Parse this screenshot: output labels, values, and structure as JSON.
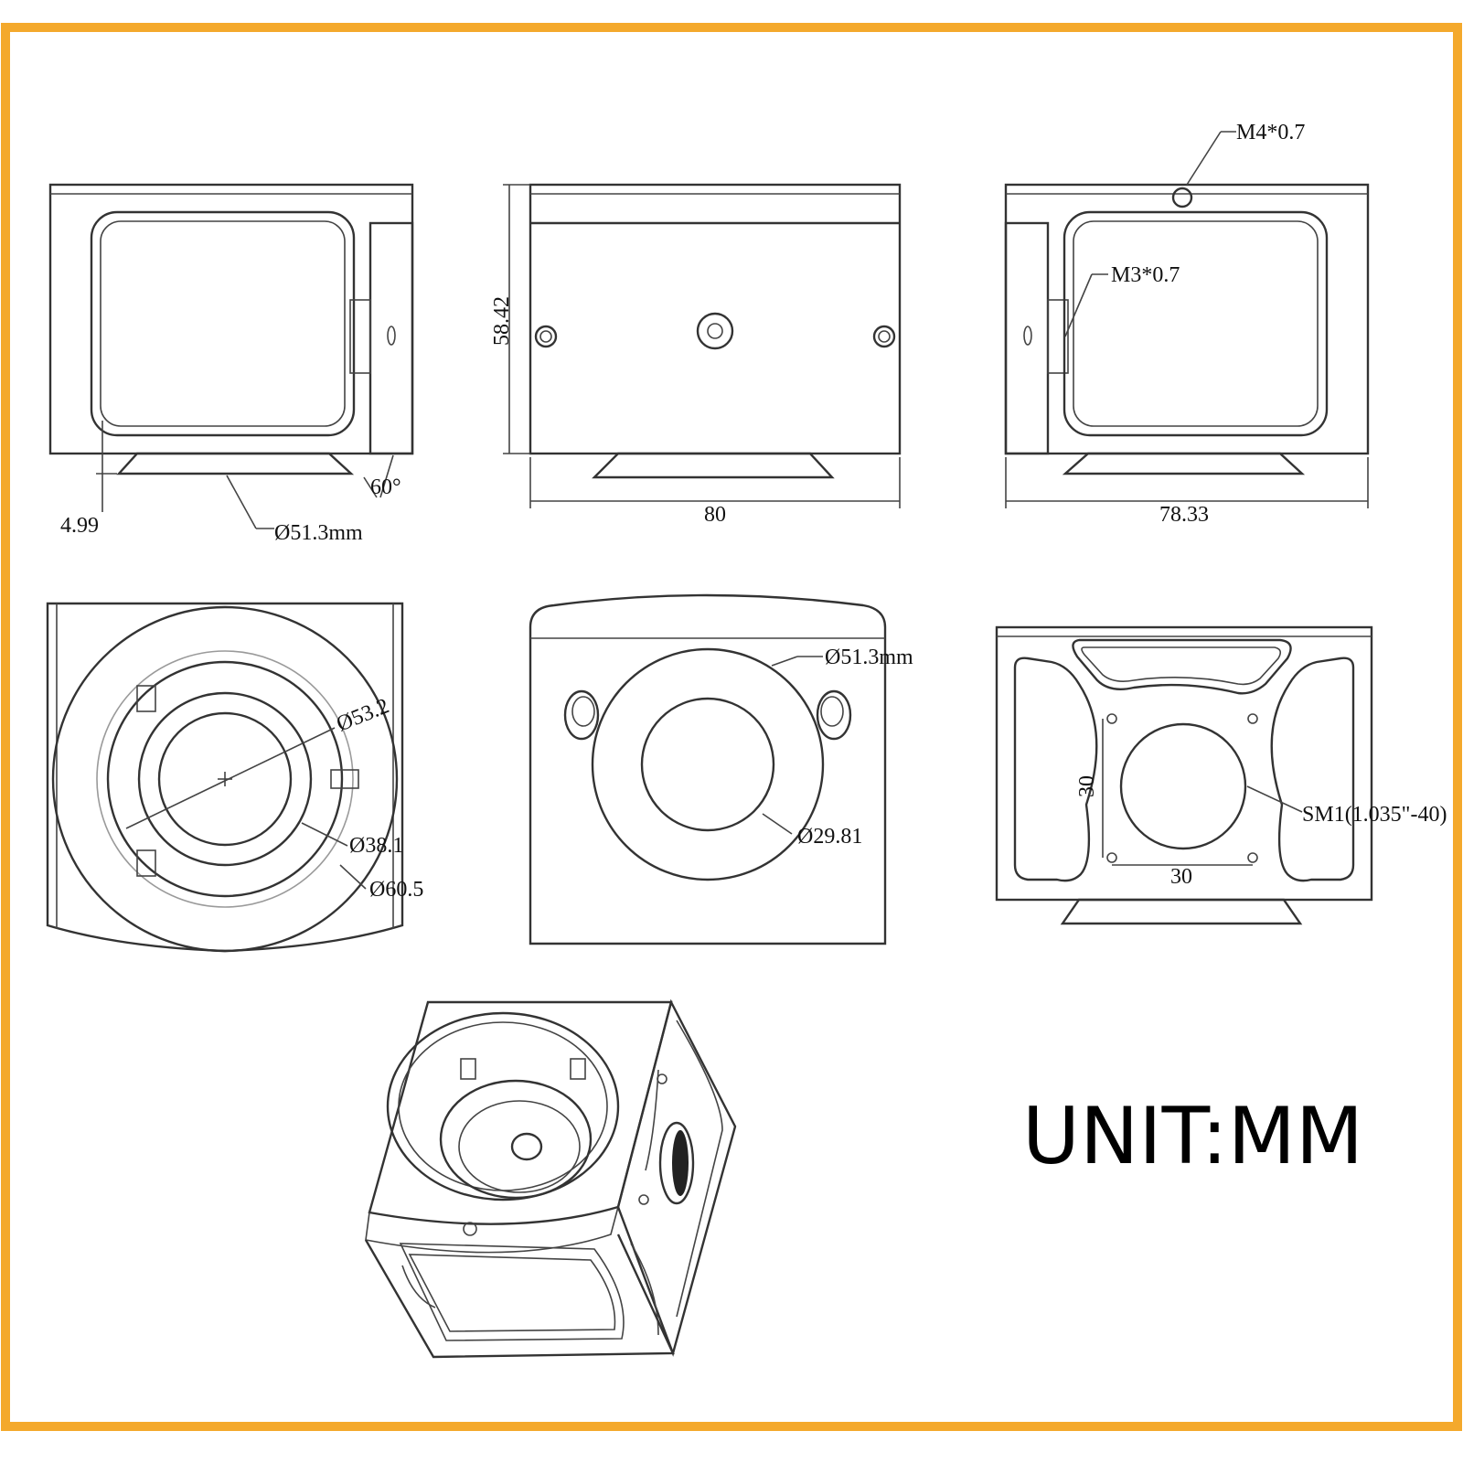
{
  "colors": {
    "border": "#f4a92c",
    "line": "#333333",
    "text": "#111111"
  },
  "labels": {
    "thread_m4": "M4*0.7",
    "thread_m3": "M3*0.7",
    "height": "58.42",
    "width_front": "80",
    "width_side": "78.33",
    "offset": "4.99",
    "angle": "60°",
    "dia_51_left": "Ø51.3mm",
    "dia_53": "Ø53.2",
    "dia_38": "Ø38.1",
    "dia_60": "Ø60.5",
    "dia_51_mid": "Ø51.3mm",
    "dia_29": "Ø29.81",
    "sm1": "SM1(1.035\"-40)",
    "hole_v": "30",
    "hole_h": "30"
  },
  "unit_label": "UNIT:MM"
}
